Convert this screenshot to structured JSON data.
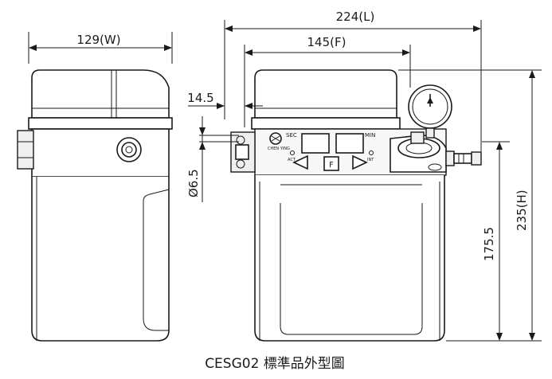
{
  "dimensions": {
    "total_length": "224(L)",
    "flange_length": "145(F)",
    "width": "129(W)",
    "offset": "14.5",
    "hole_diameter": "Ø6.5",
    "height": "235(H)",
    "mount_height": "175.5"
  },
  "panel": {
    "sec": "SEC",
    "min": "MIN",
    "act": "ACT",
    "int": "INT",
    "f_key": "F",
    "brand": "CHEN YING"
  },
  "caption": "CESG02 標準品外型圖"
}
